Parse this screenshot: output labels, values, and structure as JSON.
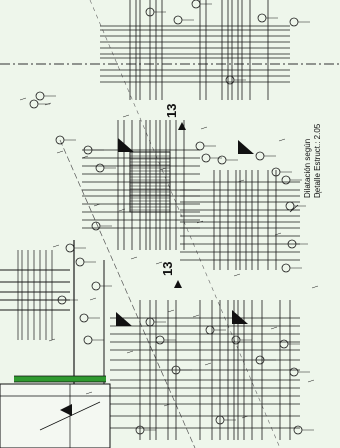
{
  "drawing": {
    "section_mark_top": "13",
    "section_mark_bottom": "13",
    "note_line1": "Dilatación según",
    "note_line2": "Detalle Estruct.: 2.05"
  },
  "colors": {
    "background": "#eef6eb",
    "ink": "#1a1a1a",
    "green_band": "#2f9a2f"
  }
}
